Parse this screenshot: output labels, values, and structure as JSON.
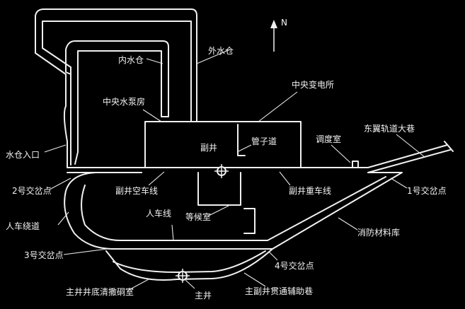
{
  "north_label": "N",
  "colors": {
    "background": "#000000",
    "lines": "#f0f0f0",
    "text": "#f2f2f2"
  },
  "labels": {
    "outer_sump": "外水仓",
    "inner_sump": "内水仓",
    "central_pump_room": "中央水泵房",
    "central_substation": "中央变电所",
    "pipe_channel": "管子道",
    "auxiliary_shaft": "副井",
    "dispatch_room": "调度室",
    "east_wing_roadway": "东翼轨道大巷",
    "sump_entrance": "水仓入口",
    "intersection_2": "2号交岔点",
    "aux_shaft_empty_line": "副井空车线",
    "aux_shaft_loaded_line": "副井重车线",
    "intersection_1": "1号交岔点",
    "man_car_loop": "人车绕道",
    "waiting_room": "等候室",
    "man_car_line": "人车线",
    "fire_material_store": "消防材料库",
    "intersection_3": "3号交岔点",
    "intersection_4": "4号交岔点",
    "main_shaft_low_level_room": "主井井底清撒硐室",
    "main_shaft": "主井",
    "main_aux_shaft_auxiliary_roadway": "主副井贯通辅助巷"
  }
}
